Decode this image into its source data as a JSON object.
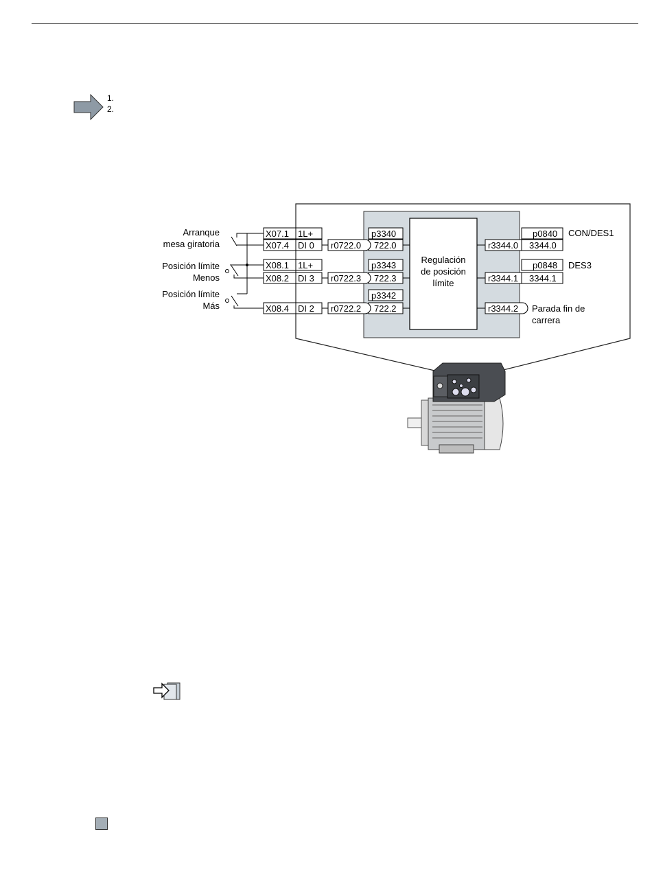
{
  "procedure": {
    "step_numbers": [
      "1.",
      "2."
    ]
  },
  "diagram": {
    "left_labels": {
      "arranque_line1": "Arranque",
      "arranque_line2": "mesa giratoria",
      "menos_line1": "Posición límite",
      "menos_line2": "Menos",
      "mas_line1": "Posición límite",
      "mas_line2": "Más"
    },
    "terminals": [
      {
        "terminal": "X07.1",
        "signal": "1L+"
      },
      {
        "terminal": "X07.4",
        "signal": "DI 0"
      },
      {
        "terminal": "X08.1",
        "signal": "1L+"
      },
      {
        "terminal": "X08.2",
        "signal": "DI 3"
      },
      {
        "terminal": "X08.4",
        "signal": "DI 2"
      }
    ],
    "input_params": [
      "p3340",
      "p3343",
      "p3342"
    ],
    "input_sources": [
      {
        "r": "r0722.0",
        "v": "722.0"
      },
      {
        "r": "r0722.3",
        "v": "722.3"
      },
      {
        "r": "r0722.2",
        "v": "722.2"
      }
    ],
    "function_block": [
      "Regulación",
      "de posición",
      "límite"
    ],
    "output_params": [
      "p0840",
      "p0848"
    ],
    "output_values": [
      "3344.0",
      "3344.1"
    ],
    "output_sources": [
      "r3344.0",
      "r3344.1",
      "r3344.2"
    ],
    "output_labels": {
      "con_des1": "CON/DES1",
      "des3": "DES3",
      "parada_line1": "Parada fin de",
      "parada_line2": "carrera"
    }
  },
  "colors": {
    "panel_fill": "#d4dbe0",
    "arrow_fill": "#8e9aa5",
    "motor_dark": "#4a4d52",
    "motor_light": "#c8cacc",
    "end_mark": "#a4aeb6"
  },
  "icons": {
    "procedure": "arrow-right-icon",
    "reference": "book-reference-icon",
    "end": "end-square-icon"
  }
}
